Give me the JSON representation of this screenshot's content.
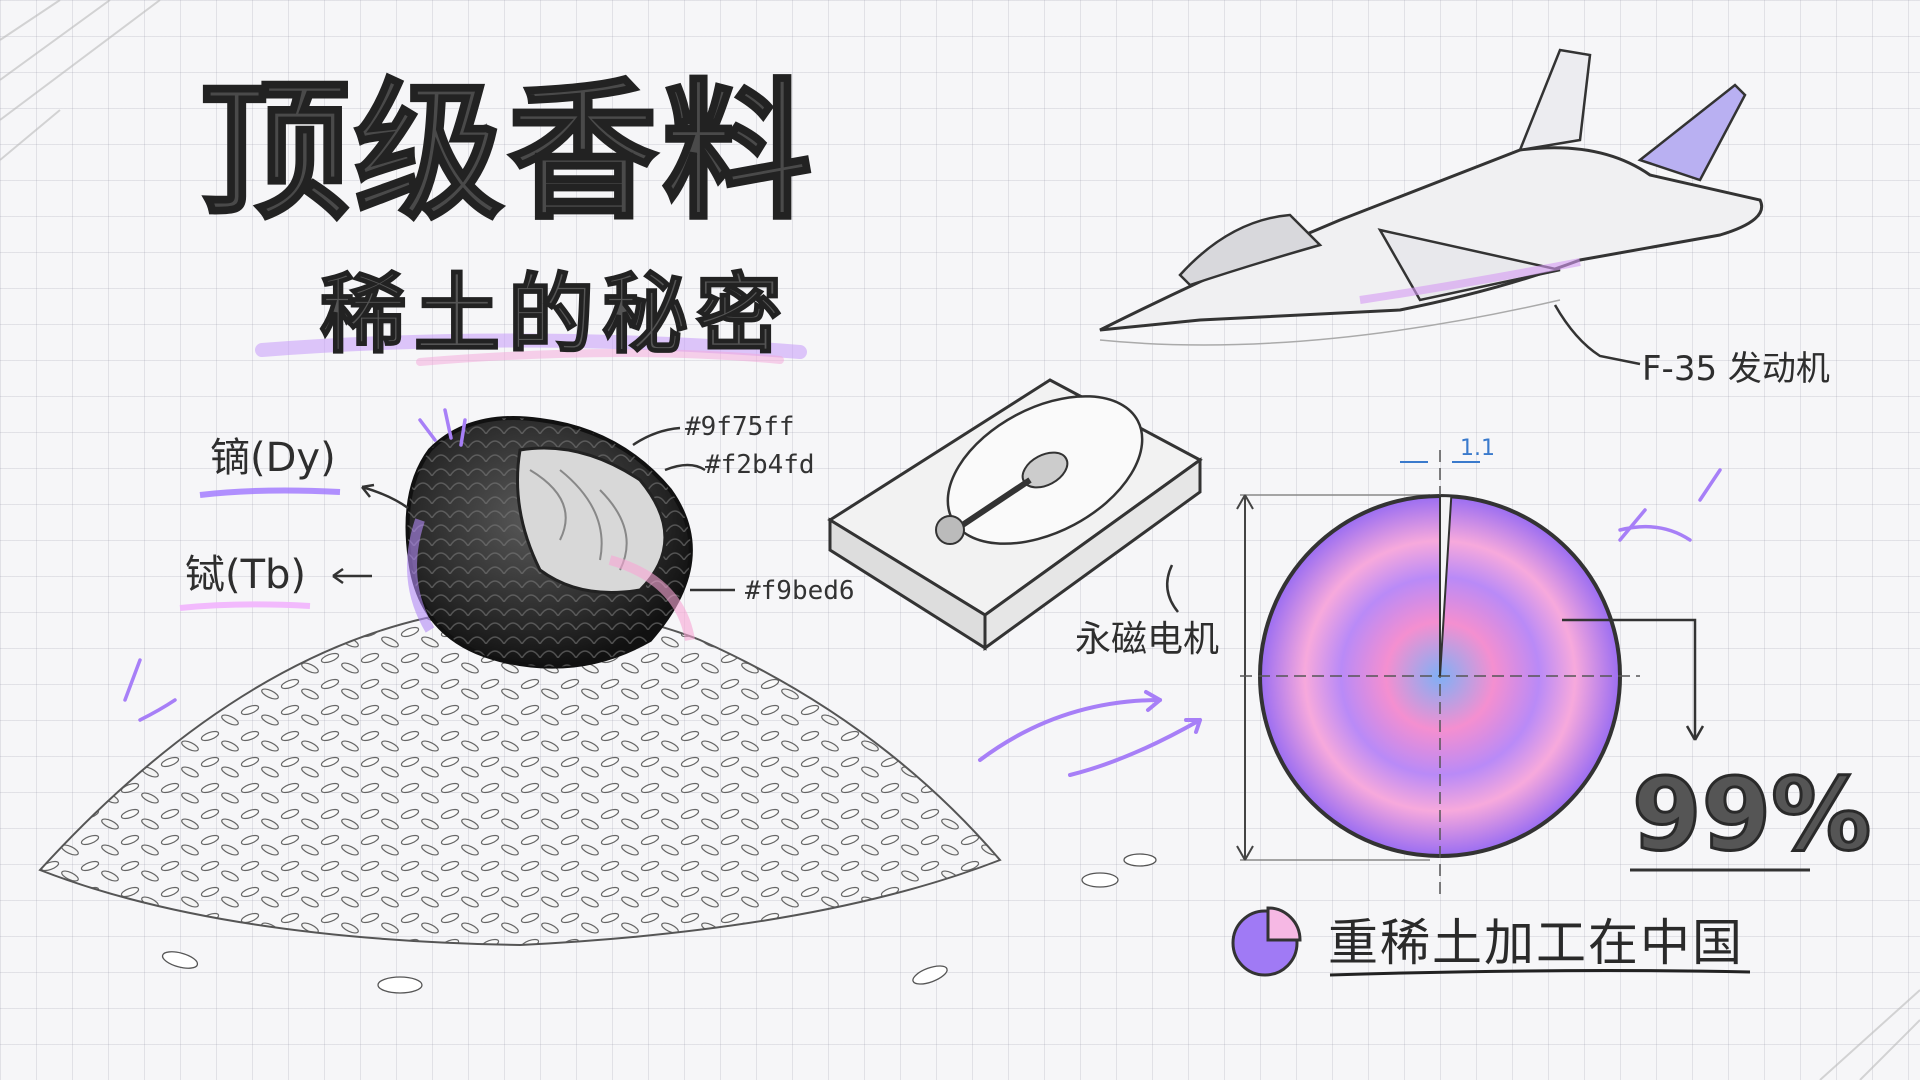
{
  "title": "顶级香料",
  "subtitle": "稀土的秘密",
  "elements": {
    "dy_label": "镝(Dy)",
    "tb_label": "铽(Tb)"
  },
  "swatches": [
    {
      "label": "#9f75ff",
      "color": "#9f75ff"
    },
    {
      "label": "#f2b4fd",
      "color": "#f2b4fd"
    },
    {
      "label": "#f9bed6",
      "color": "#f9bed6"
    }
  ],
  "callouts": {
    "motor": "永磁电机",
    "engine": "F-35 发动机",
    "dimension": "1.1"
  },
  "stat": {
    "percent_text": "99%",
    "fraction": 0.99,
    "caption": "重稀土加工在中国"
  },
  "icons": [
    "truffle-illustration",
    "rice-pile-illustration",
    "hard-drive-illustration",
    "fighter-jet-illustration",
    "pie-chart-icon"
  ]
}
